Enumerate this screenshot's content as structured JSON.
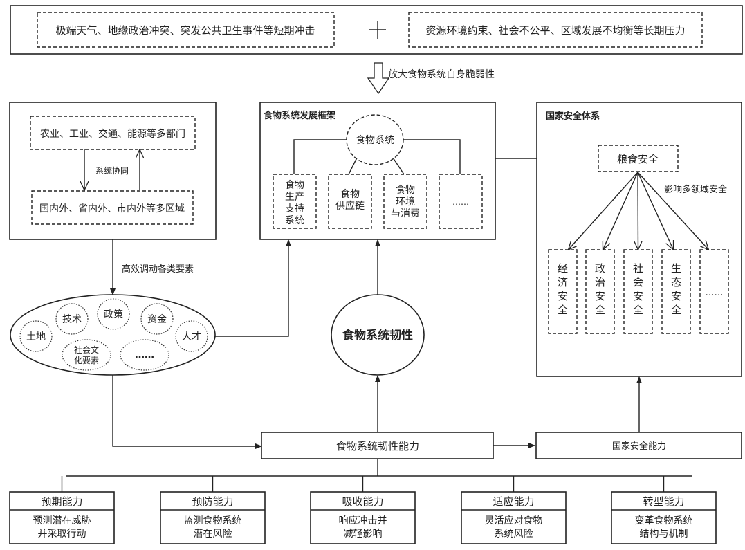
{
  "top": {
    "short_term": "极端天气、地缘政治冲突、突发公共卫生事件等短期冲击",
    "plus": "+",
    "long_term": "资源环境约束、社会不公平、区域发展不均衡等长期压力",
    "arrow_label": "放大食物系统自身脆弱性"
  },
  "left_panel": {
    "sectors": "农业、工业、交通、能源等多部门",
    "coordination": "系统协同",
    "regions": "国内外、省内外、市内外等多区域",
    "mobilize_label": "高效调动各类要素"
  },
  "factors": {
    "items": [
      "土地",
      "技术",
      "政策",
      "资金",
      "人才",
      "社会文",
      "化要素",
      "……"
    ]
  },
  "framework": {
    "title": "食物系统发展框架",
    "center": "食物系统",
    "subsystems": [
      {
        "lines": [
          "食物",
          "生产",
          "支持",
          "系统"
        ]
      },
      {
        "lines": [
          "食物",
          "供应链"
        ]
      },
      {
        "lines": [
          "食物",
          "环境",
          "与消费"
        ]
      },
      {
        "lines": [
          "……"
        ]
      }
    ]
  },
  "resilience": {
    "center": "食物系统韧性",
    "capability": "食物系统韧性能力"
  },
  "security": {
    "title": "国家安全体系",
    "grain": "粮食安全",
    "influence_label": "影响多领域安全",
    "domains": [
      {
        "chars": [
          "经",
          "济",
          "安",
          "全"
        ]
      },
      {
        "chars": [
          "政",
          "治",
          "安",
          "全"
        ]
      },
      {
        "chars": [
          "社",
          "会",
          "安",
          "全"
        ]
      },
      {
        "chars": [
          "生",
          "态",
          "安",
          "全"
        ]
      },
      {
        "chars": [
          "……"
        ]
      }
    ],
    "capability": "国家安全能力"
  },
  "capabilities": [
    {
      "title": "预期能力",
      "line1": "预测潜在威胁",
      "line2": "并采取行动"
    },
    {
      "title": "预防能力",
      "line1": "监测食物系统",
      "line2": "潜在风险"
    },
    {
      "title": "吸收能力",
      "line1": "响应冲击并",
      "line2": "减轻影响"
    },
    {
      "title": "适应能力",
      "line1": "灵活应对食物",
      "line2": "系统风险"
    },
    {
      "title": "转型能力",
      "line1": "变革食物系统",
      "line2": "结构与机制"
    }
  ]
}
